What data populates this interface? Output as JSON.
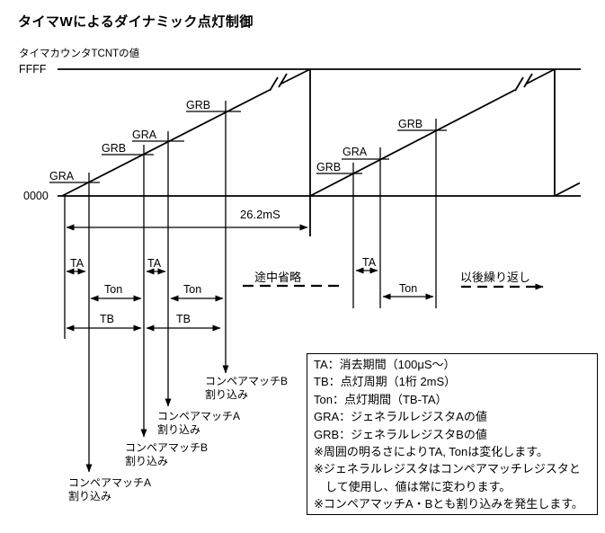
{
  "title": "タイマWによるダイナミック点灯制御",
  "colors": {
    "ink": "#000000",
    "background": "#ffffff"
  },
  "axis": {
    "caption": "タイマカウンタTCNTの値",
    "max_value": "FFFF",
    "min_value": "0000"
  },
  "waveform": {
    "gra": "GRA",
    "grb": "GRB"
  },
  "timing": {
    "period": "26.2mS",
    "ta": "TA",
    "ton": "Ton",
    "tb": "TB",
    "omission": "途中省略",
    "repeat": "以後繰り返し"
  },
  "interrupts": {
    "compare_a": "コンペアマッチA",
    "compare_b": "コンペアマッチB",
    "suffix": "割り込み"
  },
  "legend": {
    "lines": [
      "TA：消去期間（100μS～）",
      "TB：点灯周期（1桁 2mS）",
      "Ton：点灯期間（TB-TA）",
      "GRA：ジェネラルレジスタAの値",
      "GRB：ジェネラルレジスタBの値",
      "※周囲の明るさによりTA, Tonは変化します。",
      "※ジェネラルレジスタはコンペアマッチレジスタと",
      "　して使用し、値は常に変わります。",
      "※コンペアマッチA・Bとも割り込みを発生します。"
    ]
  }
}
